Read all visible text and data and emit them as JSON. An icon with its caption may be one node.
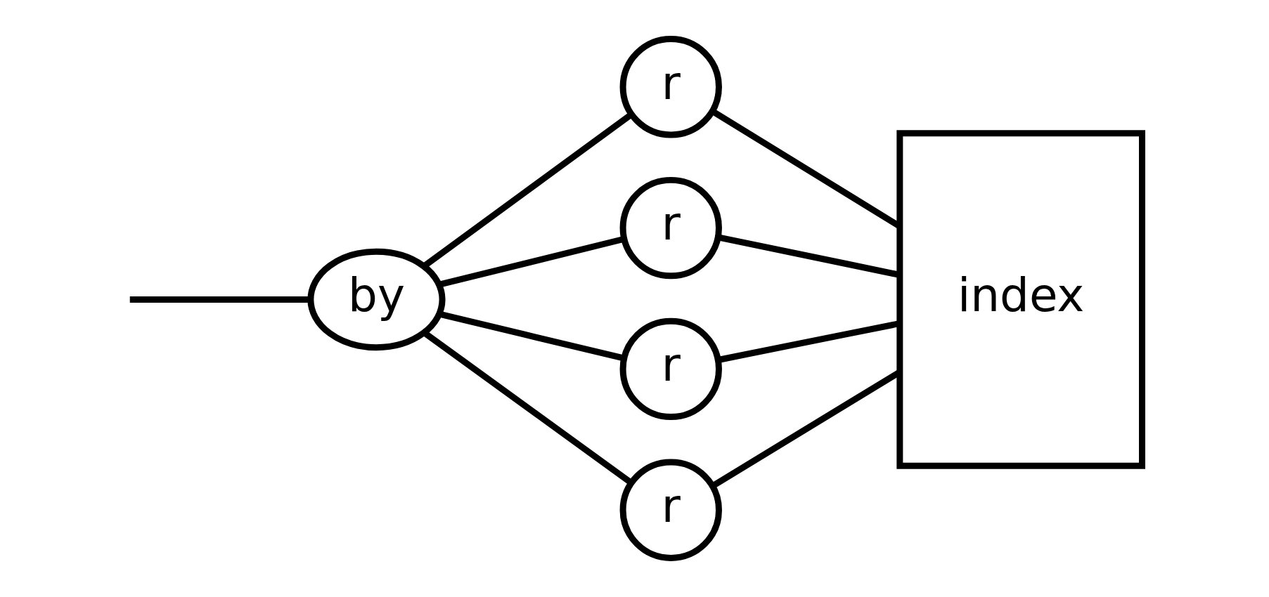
{
  "diagram": {
    "nodes": [
      {
        "text": [
          "by"
        ]
      },
      {
        "text": [
          "r"
        ]
      },
      {
        "text": [
          "r"
        ]
      },
      {
        "text": [
          "r"
        ]
      },
      {
        "text": [
          "r"
        ]
      },
      {
        "text": [
          "index"
        ]
      }
    ],
    "edges": [
      {
        "from": null,
        "to": 0,
        "arrow": "none"
      },
      {
        "from": 0,
        "to": 1,
        "arrow": "none"
      },
      {
        "from": 0,
        "to": 2,
        "arrow": "none"
      },
      {
        "from": 0,
        "to": 3,
        "arrow": "none"
      },
      {
        "from": 0,
        "to": 4,
        "arrow": "none"
      },
      {
        "from": 1,
        "to": 5,
        "arrow": "none"
      },
      {
        "from": 2,
        "to": 5,
        "arrow": "none"
      },
      {
        "from": 3,
        "to": 5,
        "arrow": "none"
      },
      {
        "from": 4,
        "to": 5,
        "arrow": "none"
      }
    ]
  }
}
